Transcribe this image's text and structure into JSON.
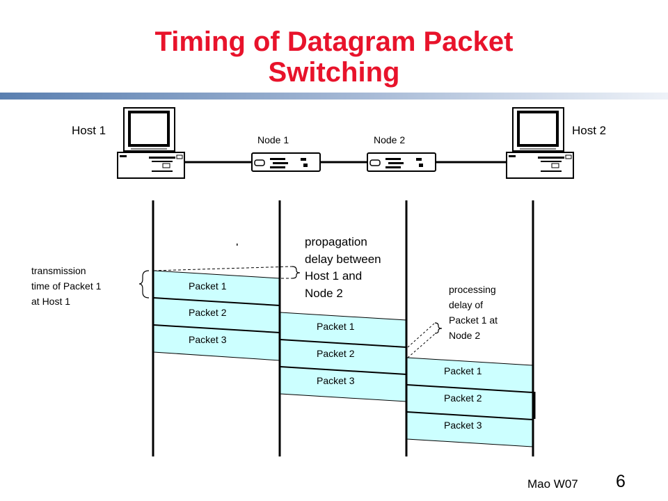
{
  "title": {
    "line1": "Timing of Datagram Packet",
    "line2": "Switching"
  },
  "topology": {
    "host1": "Host 1",
    "host2": "Host 2",
    "node1": "Node 1",
    "node2": "Node 2"
  },
  "annotations": {
    "transmission": [
      "transmission",
      "time of Packet 1",
      "at Host 1"
    ],
    "propagation": [
      "propagation",
      "delay between",
      "Host 1 and",
      "Node 2"
    ],
    "processing": [
      "processing",
      "delay of",
      "Packet 1 at",
      "Node 2"
    ]
  },
  "packets": {
    "host1": [
      "Packet 1",
      "Packet 2",
      "Packet 3"
    ],
    "node1": [
      "Packet 1",
      "Packet 2",
      "Packet 3"
    ],
    "node2": [
      "Packet 1",
      "Packet 2",
      "Packet 3"
    ]
  },
  "footer": {
    "author": "Mao W07",
    "page": "6"
  },
  "colors": {
    "title": "#e8132b",
    "packet_fill": "#ccffff",
    "rule_dark": "#5a7fb0",
    "rule_light": "#e9eef6"
  },
  "icons": {
    "host": "desktop-computer-icon",
    "node": "router-icon"
  }
}
